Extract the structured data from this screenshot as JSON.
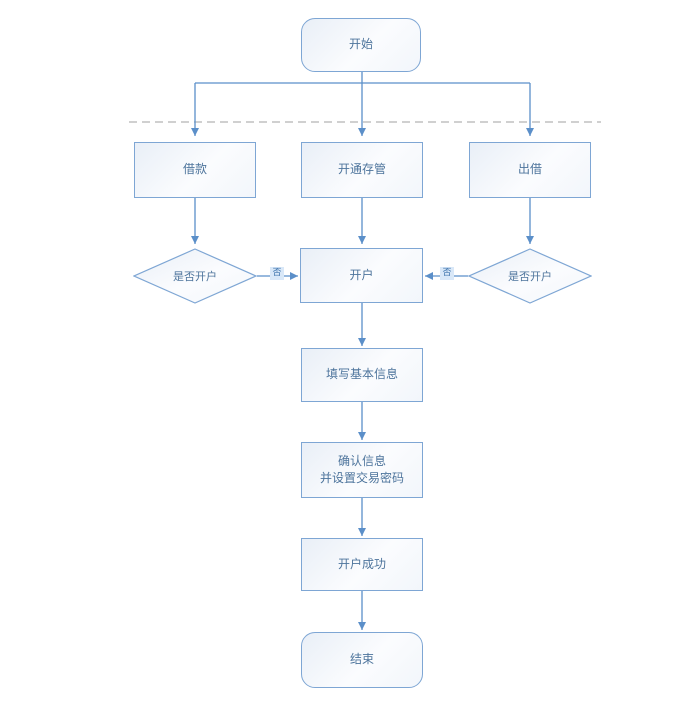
{
  "diagram": {
    "type": "flowchart",
    "colors": {
      "node_border": "#7ea6d4",
      "node_fill_top": "#e9eff7",
      "node_fill_bottom": "#fbfcfe",
      "node_text": "#4d749c",
      "arrow": "#5b8fc9",
      "dashed_line": "#b3b3b3",
      "background": "#ffffff"
    },
    "nodes": {
      "start": {
        "label": "开始",
        "type": "terminal"
      },
      "borrow": {
        "label": "借款",
        "type": "process"
      },
      "open_custody": {
        "label": "开通存管",
        "type": "process"
      },
      "lend": {
        "label": "出借",
        "type": "process"
      },
      "check_left": {
        "label": "是否开户",
        "type": "decision"
      },
      "check_right": {
        "label": "是否开户",
        "type": "decision"
      },
      "open_account": {
        "label": "开户",
        "type": "process"
      },
      "fill_info": {
        "label": "填写基本信息",
        "type": "process"
      },
      "confirm_info": {
        "label": "确认信息\n并设置交易密码",
        "type": "process"
      },
      "open_success": {
        "label": "开户成功",
        "type": "process"
      },
      "end": {
        "label": "结束",
        "type": "terminal"
      }
    },
    "edge_labels": {
      "left_no": "否",
      "right_no": "否"
    }
  }
}
